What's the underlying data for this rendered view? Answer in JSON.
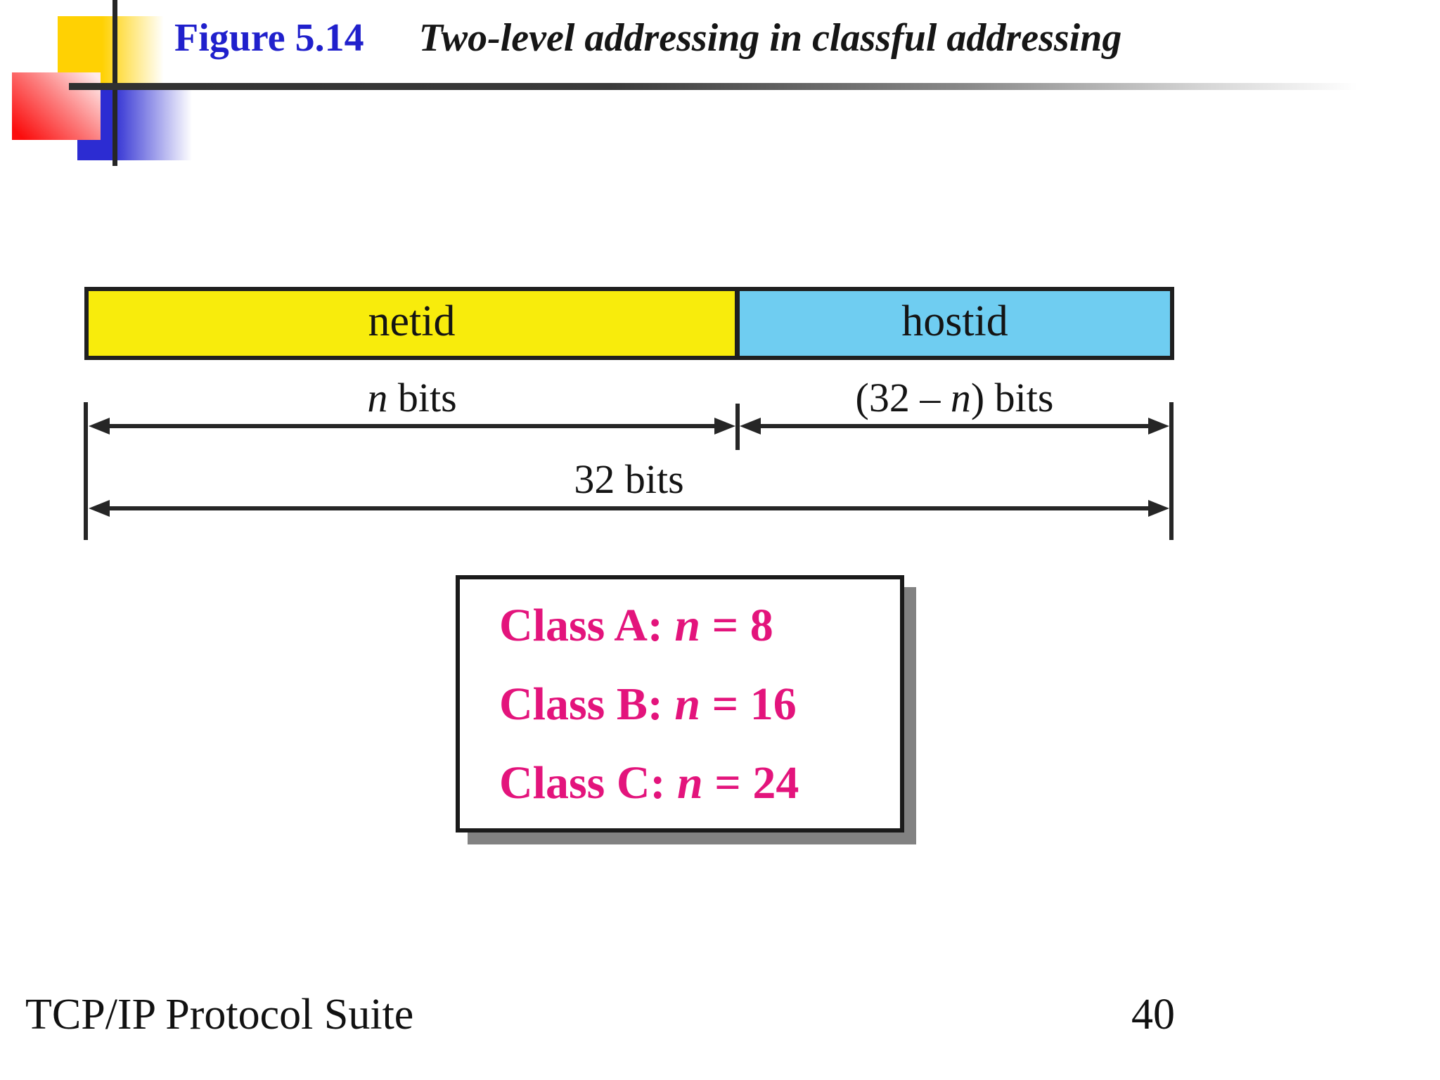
{
  "colors": {
    "figure_label_blue": "#2020CC",
    "netid_fill": "#F8EC0C",
    "hostid_fill": "#6FCDF1",
    "class_text_pink": "#E3147C",
    "decoration_yellow": "#FFD103",
    "decoration_red": "#FB0D0D",
    "decoration_blue": "#2C2CD2",
    "line_black": "#262626"
  },
  "header": {
    "figure_label": "Figure 5.14",
    "figure_title": "Two-level addressing in classful addressing"
  },
  "diagram": {
    "netid_label": "netid",
    "hostid_label": "hostid",
    "netid_width": {
      "pre": "",
      "var": "n",
      "post": " bits"
    },
    "hostid_width": {
      "pre": "(32 – ",
      "var": "n",
      "post": ") bits"
    },
    "total_width": {
      "pre": "32 bits",
      "var": "",
      "post": ""
    }
  },
  "class_box": {
    "lines": [
      {
        "name": "Class A: ",
        "var": "n",
        "value": " = 8"
      },
      {
        "name": "Class B: ",
        "var": "n",
        "value": " = 16"
      },
      {
        "name": "Class C: ",
        "var": "n",
        "value": " = 24"
      }
    ]
  },
  "footer": {
    "left": "TCP/IP Protocol Suite",
    "page_number": "40"
  }
}
